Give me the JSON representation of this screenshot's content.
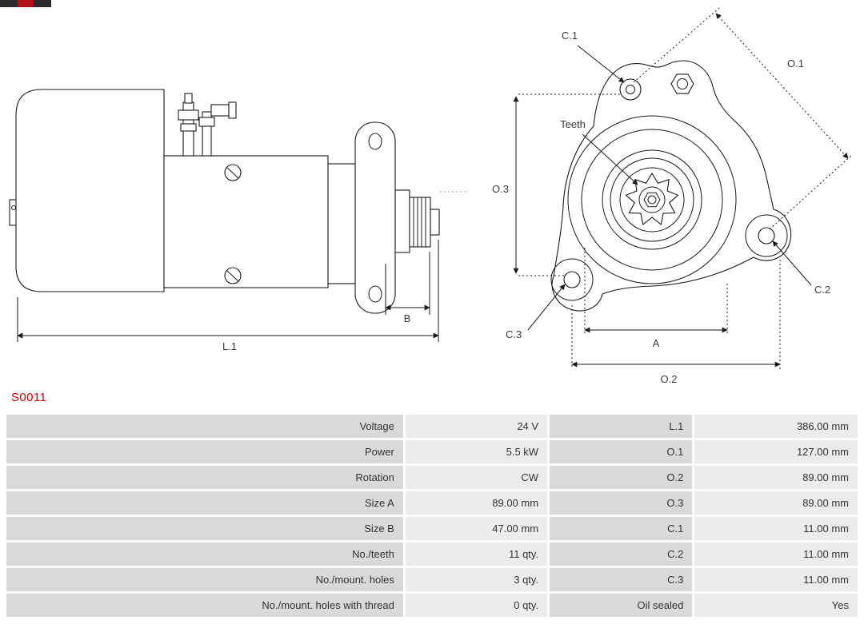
{
  "brand": {
    "logo": "as-pl-logo-strip"
  },
  "part_number": "S0011",
  "colors": {
    "part_number_red": "#cc0000",
    "label_cell_bg": "#d9d9d9",
    "value_cell_bg": "#ececec",
    "line_color": "#1a1a1a"
  },
  "diagrams": {
    "side_view": {
      "labels": {
        "b": "B",
        "l1": "L.1"
      }
    },
    "front_view": {
      "labels": {
        "c1": "C.1",
        "o1": "O.1",
        "o2": "O.2",
        "o3": "O.3",
        "a": "A",
        "c2": "C.2",
        "c3": "C.3",
        "teeth": "Teeth"
      }
    }
  },
  "table": {
    "rows": [
      {
        "label1": "Voltage",
        "value1": "24 V",
        "label2": "L.1",
        "value2": "386.00 mm"
      },
      {
        "label1": "Power",
        "value1": "5.5 kW",
        "label2": "O.1",
        "value2": "127.00 mm"
      },
      {
        "label1": "Rotation",
        "value1": "CW",
        "label2": "O.2",
        "value2": "89.00 mm"
      },
      {
        "label1": "Size A",
        "value1": "89.00 mm",
        "label2": "O.3",
        "value2": "89.00 mm"
      },
      {
        "label1": "Size B",
        "value1": "47.00 mm",
        "label2": "C.1",
        "value2": "11.00 mm"
      },
      {
        "label1": "No./teeth",
        "value1": "11 qty.",
        "label2": "C.2",
        "value2": "11.00 mm"
      },
      {
        "label1": "No./mount. holes",
        "value1": "3 qty.",
        "label2": "C.3",
        "value2": "11.00 mm"
      },
      {
        "label1": "No./mount. holes with thread",
        "value1": "0 qty.",
        "label2": "Oil sealed",
        "value2": "Yes"
      }
    ]
  }
}
